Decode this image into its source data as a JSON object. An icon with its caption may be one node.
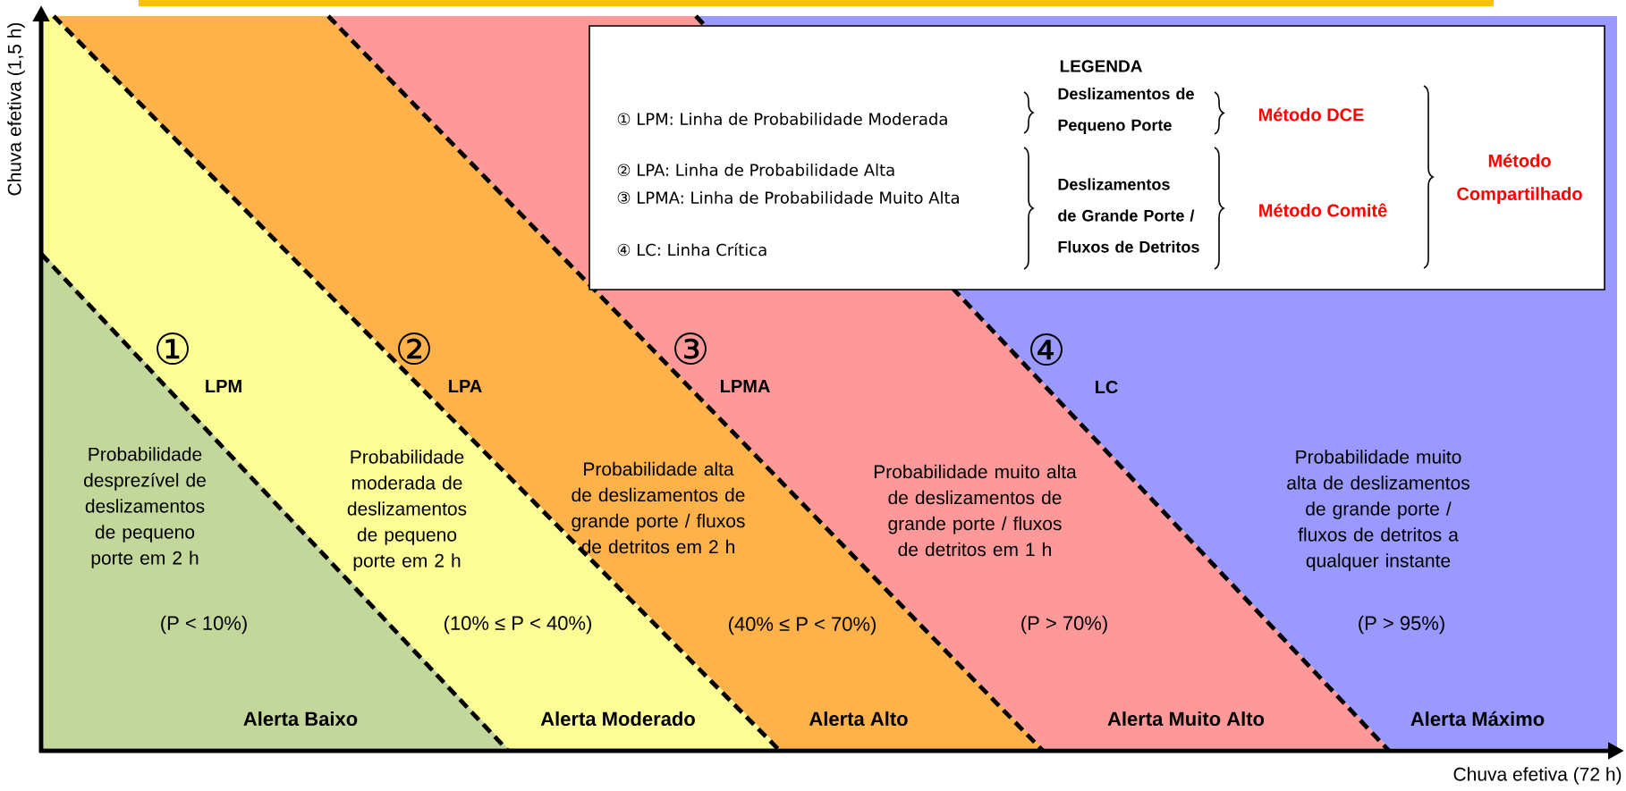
{
  "diagram": {
    "nodes": [
      {
        "text": [
          "Probabilidade desprezível de deslizamentos de pequeno porte em 2 h",
          "(P < 10%)",
          "Alerta Baixo"
        ]
      },
      {
        "text": [
          "Probabilidade moderada de deslizamentos de pequeno porte em 2 h",
          "(10% ≤ P < 40%)",
          "Alerta Moderado"
        ]
      },
      {
        "text": [
          "Probabilidade alta de deslizamentos de grande porte / fluxos de detritos em 2 h",
          "(40% ≤ P < 70%)",
          "Alerta Alto"
        ]
      },
      {
        "text": [
          "Probabilidade muito alta de deslizamentos de grande porte / fluxos de detritos em 1 h",
          "(P > 70%)",
          "Alerta Muito Alto"
        ]
      },
      {
        "text": [
          "Probabilidade muito alta de deslizamentos de grande porte / fluxos de detritos a qualquer instante",
          "(P > 95%)",
          "Alerta Máximo"
        ]
      },
      {
        "text": [
          "LEGENDA",
          "① LPM: Linha de Probabilidade Moderada",
          "② LPA: Linha de Probabilidade Alta",
          "③ LPMA: Linha de Probabilidade Muito Alta",
          "④ LC: Linha Crítica",
          "Deslizamentos de Pequeno Porte",
          "Deslizamentos de Grande Porte / Fluxos de Detritos",
          "Método DCE",
          "Método Comitê",
          "Método Compartilhado"
        ]
      }
    ],
    "labels": [
      "Chuva efetiva (1,5 h)",
      "①",
      "LPM",
      "②",
      "LPA",
      "③",
      "LPMA",
      "④",
      "LC",
      "Chuva efetiva (72 h)"
    ]
  }
}
